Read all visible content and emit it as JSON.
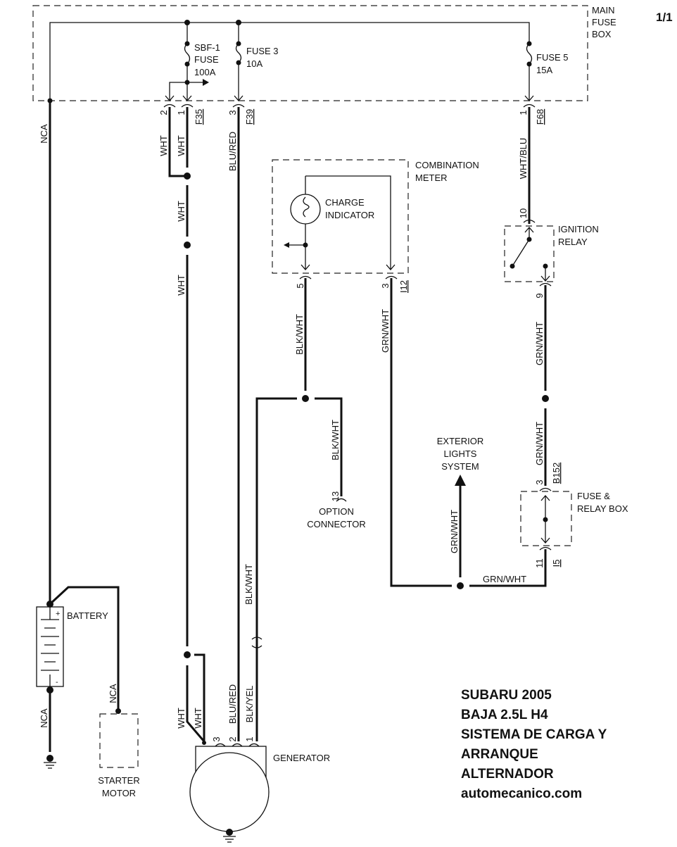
{
  "page_number": "1/1",
  "components": {
    "main_fuse_box": [
      "MAIN",
      "FUSE",
      "BOX"
    ],
    "sbf1": [
      "SBF-1",
      "FUSE",
      "100A"
    ],
    "fuse3": [
      "FUSE 3",
      "10A"
    ],
    "fuse5": [
      "FUSE 5",
      "15A"
    ],
    "combination_meter": [
      "COMBINATION",
      "METER"
    ],
    "charge_indicator": [
      "CHARGE",
      "INDICATOR"
    ],
    "ignition_relay": [
      "IGNITION",
      "RELAY"
    ],
    "fuse_relay_box": [
      "FUSE &",
      "RELAY BOX"
    ],
    "exterior_lights": [
      "EXTERIOR",
      "LIGHTS",
      "SYSTEM"
    ],
    "option_connector": [
      "OPTION",
      "CONNECTOR"
    ],
    "battery": "BATTERY",
    "starter_motor": [
      "STARTER",
      "MOTOR"
    ],
    "generator": "GENERATOR"
  },
  "connectors": {
    "f35": "F35",
    "f39": "F39",
    "f68": "F68",
    "i12": "I12",
    "b152": "B152",
    "i5": "I5",
    "pins": {
      "f35_2": "2",
      "f35_1": "1",
      "f39_3": "3",
      "f68_1": "1",
      "relay_10": "10",
      "relay_9": "9",
      "i12_5": "5",
      "i12_3": "3",
      "opt_13": "13",
      "b152_3": "3",
      "i5_11": "11",
      "gen_3": "3",
      "gen_2": "2",
      "gen_1": "1"
    },
    "battery_plus": "+",
    "battery_minus": "-"
  },
  "wires": {
    "nca": "NCA",
    "wht": "WHT",
    "blu_red": "BLU/RED",
    "wht_blu": "WHT/BLU",
    "blk_wht": "BLK/WHT",
    "grn_wht": "GRN/WHT",
    "blk_yel": "BLK/YEL"
  },
  "title_block": [
    "SUBARU 2005",
    "BAJA 2.5L H4",
    "SISTEMA DE CARGA Y",
    "ARRANQUE",
    "ALTERNADOR",
    "automecanico.com"
  ]
}
